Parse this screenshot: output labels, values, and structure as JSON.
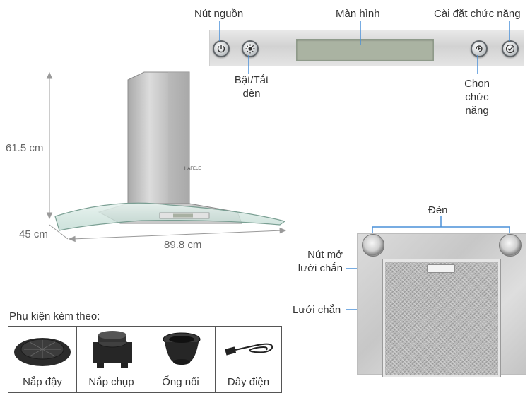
{
  "control_panel": {
    "power_label": "Nút nguồn",
    "display_label": "Màn hình",
    "settings_label": "Cài đặt chức năng",
    "light_label_line1": "Bật/Tắt",
    "light_label_line2": "đèn",
    "select_label_line1": "Chọn",
    "select_label_line2": "chức",
    "select_label_line3": "năng"
  },
  "hood": {
    "height_dim": "61.5 cm",
    "depth_dim": "45 cm",
    "width_dim": "89.8 cm",
    "brand_mark": "HAFELE"
  },
  "filter_panel": {
    "lamp_label": "Đèn",
    "latch_label_line1": "Nút mở",
    "latch_label_line2": "lưới chắn",
    "filter_label": "Lưới chắn"
  },
  "accessories": {
    "title": "Phụ kiện kèm theo:",
    "items": [
      {
        "label": "Nắp đậy"
      },
      {
        "label": "Nắp chụp"
      },
      {
        "label": "Ống nối"
      },
      {
        "label": "Dây điện"
      }
    ]
  },
  "colors": {
    "pointer_line": "#4a90d9",
    "steel": "#cfcfcf",
    "display": "#aab3a2"
  }
}
